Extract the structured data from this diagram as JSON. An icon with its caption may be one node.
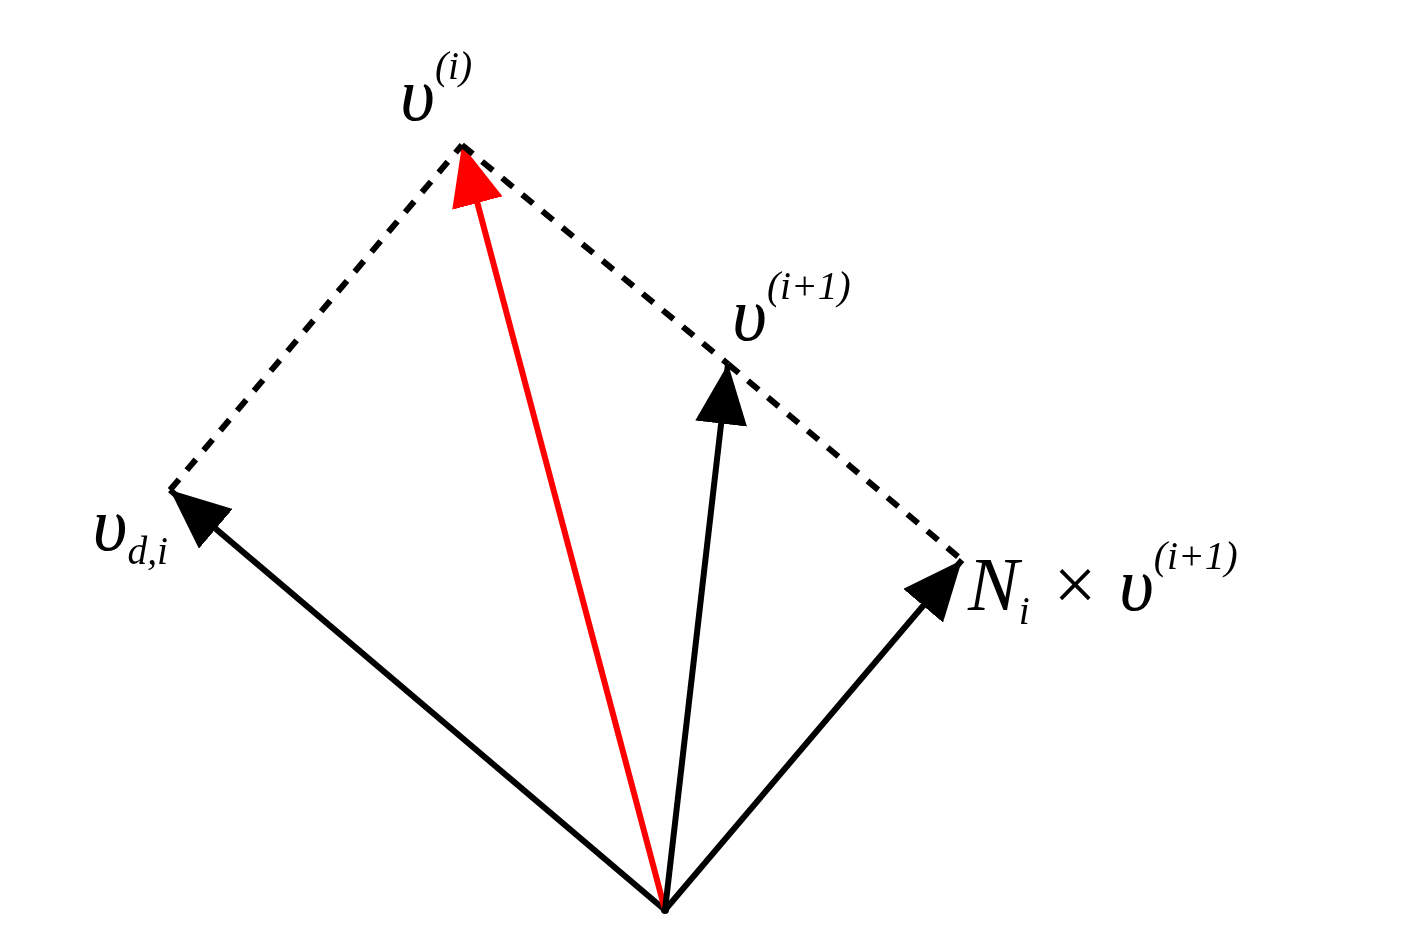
{
  "diagram": {
    "nodes": [
      {
        "text": [],
        "shape": "point"
      },
      {
        "text": [
          "υ$_{d,i}$"
        ]
      },
      {
        "text": [
          "υ$^{(i)}$"
        ]
      },
      {
        "text": [
          "υ$^{(i+1)}$"
        ]
      },
      {
        "text": [
          "N$_{i}$ × υ$^{(i+1)}$"
        ]
      }
    ],
    "edges": [
      {
        "from": 0,
        "to": 1,
        "arrow": "to"
      },
      {
        "from": 0,
        "to": 2,
        "arrow": "to",
        "color": "#ff0000"
      },
      {
        "from": 0,
        "to": 3,
        "arrow": "to"
      },
      {
        "from": 0,
        "to": 4,
        "arrow": "to"
      },
      {
        "from": 1,
        "to": 2,
        "arrow": "none",
        "style": "dashed"
      },
      {
        "from": 2,
        "to": 3,
        "arrow": "none",
        "style": "dashed"
      },
      {
        "from": 3,
        "to": 4,
        "arrow": "none",
        "style": "dashed"
      }
    ]
  }
}
